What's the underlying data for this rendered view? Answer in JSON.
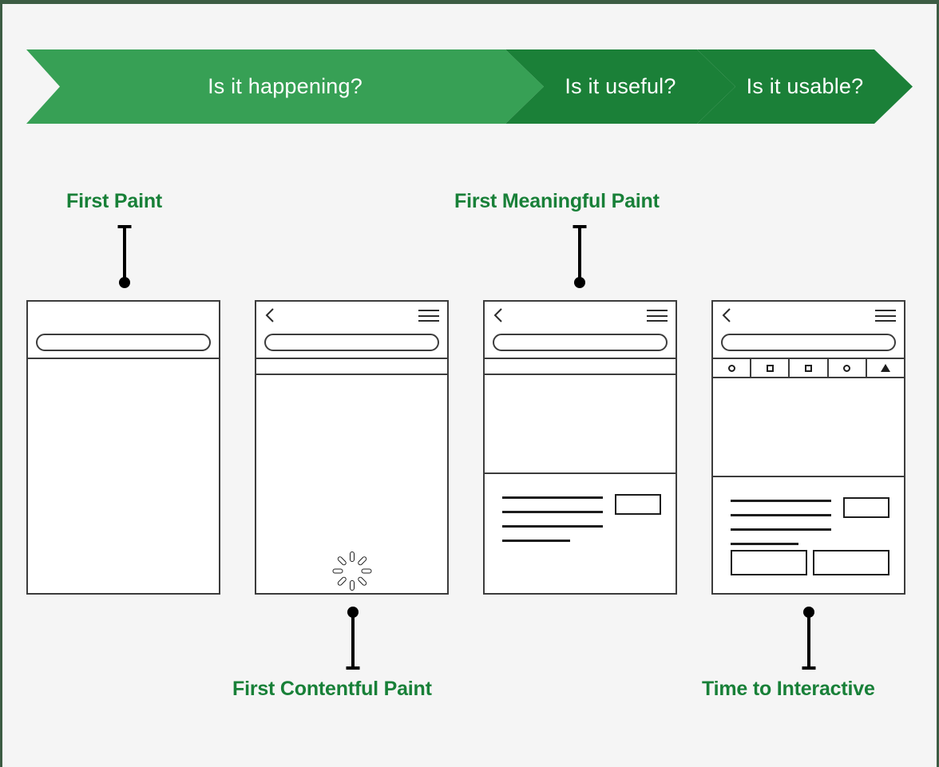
{
  "page": {
    "background_color": "#f5f5f5",
    "border_color": "#3c5c43",
    "accent_green": "#188038",
    "chevron_light": "#37a055",
    "chevron_dark": "#1b8038",
    "wire_stroke": "#3c3c3c"
  },
  "phases": [
    {
      "id": "happening",
      "label": "Is it happening?",
      "color": "#37a055"
    },
    {
      "id": "useful",
      "label": "Is it useful?",
      "color": "#1b8038"
    },
    {
      "id": "usable",
      "label": "Is it usable?",
      "color": "#1b8038"
    }
  ],
  "metrics": [
    {
      "id": "first-paint",
      "label": "First Paint",
      "position": "above",
      "color": "#188038"
    },
    {
      "id": "first-meaningful-paint",
      "label": "First Meaningful Paint",
      "position": "above",
      "color": "#188038"
    },
    {
      "id": "first-contentful-paint",
      "label": "First Contentful Paint",
      "position": "below",
      "color": "#188038"
    },
    {
      "id": "time-to-interactive",
      "label": "Time to Interactive",
      "position": "below",
      "color": "#188038"
    }
  ],
  "frames": [
    {
      "id": "frame-first-paint",
      "has_back": false,
      "has_menu": false,
      "has_search": true,
      "has_strip": false,
      "has_iconbar": false,
      "has_spinner": false,
      "has_content": false,
      "has_cta": false
    },
    {
      "id": "frame-first-contentful-paint",
      "has_back": true,
      "has_menu": true,
      "has_search": true,
      "has_strip": true,
      "has_iconbar": false,
      "has_spinner": true,
      "has_content": false,
      "has_cta": false
    },
    {
      "id": "frame-first-meaningful-paint",
      "has_back": true,
      "has_menu": true,
      "has_search": true,
      "has_strip": true,
      "has_iconbar": false,
      "has_spinner": false,
      "has_content": true,
      "has_cta": false
    },
    {
      "id": "frame-time-to-interactive",
      "has_back": true,
      "has_menu": true,
      "has_search": true,
      "has_strip": false,
      "has_iconbar": true,
      "has_spinner": false,
      "has_content": true,
      "has_cta": true
    }
  ],
  "toolbar_icons": [
    "circle-icon",
    "square-icon",
    "square-icon",
    "circle-icon",
    "triangle-icon"
  ],
  "icons": {
    "back": "back-chevron-icon",
    "menu": "hamburger-menu-icon",
    "search": "search-pill-icon",
    "spinner": "loading-spinner-icon"
  }
}
